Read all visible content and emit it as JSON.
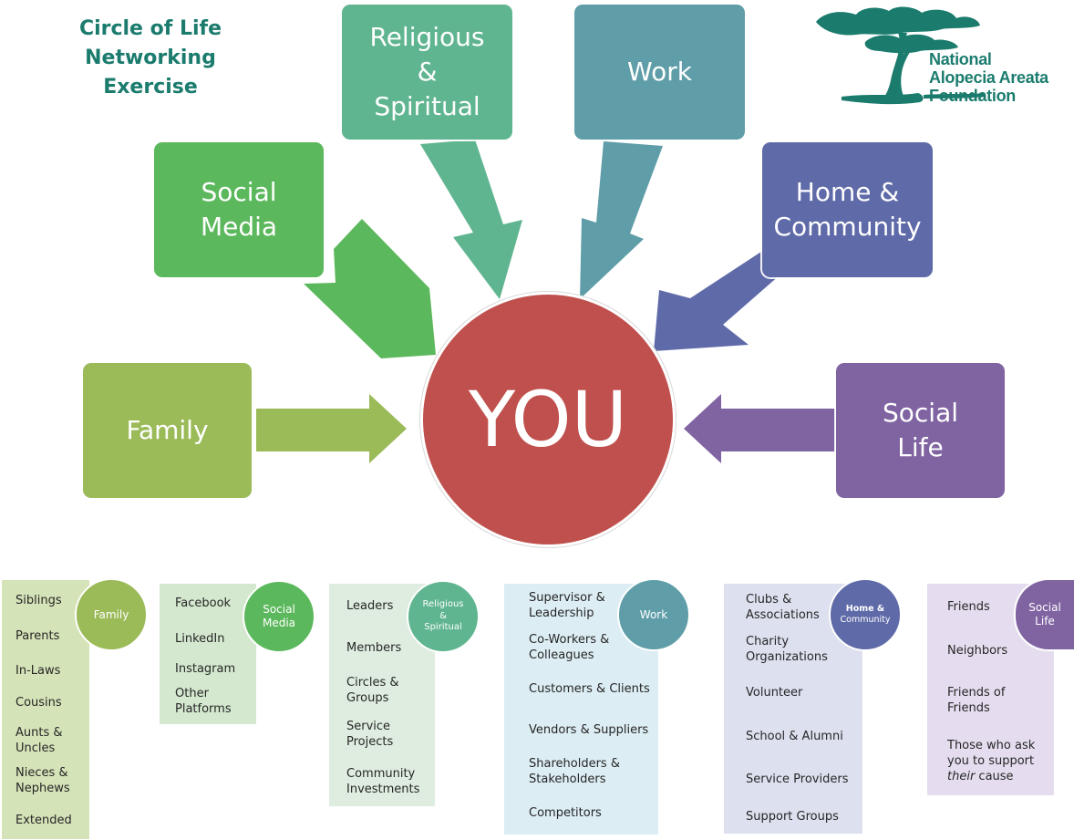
{
  "title": {
    "line1": "Circle of Life",
    "line2": "Networking Exercise"
  },
  "logo": {
    "icon": "tree-icon",
    "line1": "National",
    "line2": "Alopecia Areata",
    "line3": "Foundation"
  },
  "center": {
    "label": "YOU",
    "color": "#c0504d"
  },
  "categories": [
    {
      "key": "family",
      "label_lines": [
        "Family"
      ],
      "color": "#9bbb59"
    },
    {
      "key": "social_media",
      "label_lines": [
        "Social",
        "Media"
      ],
      "color": "#5cb85c"
    },
    {
      "key": "religious",
      "label_lines": [
        "Religious",
        "&",
        "Spiritual"
      ],
      "color": "#5fb58f"
    },
    {
      "key": "work",
      "label_lines": [
        "Work"
      ],
      "color": "#5f9ea8"
    },
    {
      "key": "home_community",
      "label_lines": [
        "Home &",
        "Community"
      ],
      "color": "#5f6aa8"
    },
    {
      "key": "social_life",
      "label_lines": [
        "Social",
        "Life"
      ],
      "color": "#8064a2"
    }
  ],
  "panels": [
    {
      "key": "family",
      "circle_lines": [
        "Family"
      ],
      "items": [
        "Siblings",
        "Parents",
        "In-Laws",
        "Cousins",
        "Aunts &\nUncles",
        "Nieces &\nNephews",
        "Extended"
      ]
    },
    {
      "key": "social_media",
      "circle_lines": [
        "Social",
        "Media"
      ],
      "items": [
        "Facebook",
        "LinkedIn",
        "Instagram",
        "Other\nPlatforms"
      ]
    },
    {
      "key": "religious",
      "circle_lines": [
        "Religious",
        "&",
        "Spiritual"
      ],
      "items": [
        "Leaders",
        "Members",
        "Circles &\nGroups",
        "Service\nProjects",
        "Community\nInvestments"
      ]
    },
    {
      "key": "work",
      "circle_lines": [
        "Work"
      ],
      "items": [
        "Supervisor &\nLeadership",
        "Co-Workers &\nColleagues",
        "Customers & Clients",
        "Vendors & Suppliers",
        "Shareholders &\nStakeholders",
        "Competitors"
      ]
    },
    {
      "key": "home_community",
      "circle_lines": [
        "Home &",
        "Community"
      ],
      "items": [
        "Clubs &\nAssociations",
        "Charity\nOrganizations",
        "Volunteer",
        "School & Alumni",
        "Service Providers",
        "Support Groups"
      ]
    },
    {
      "key": "social_life",
      "circle_lines": [
        "Social",
        "Life"
      ],
      "items": [
        "Friends",
        "Neighbors",
        "Friends of\nFriends",
        "Those who ask\nyou to support\ntheir cause"
      ]
    }
  ]
}
